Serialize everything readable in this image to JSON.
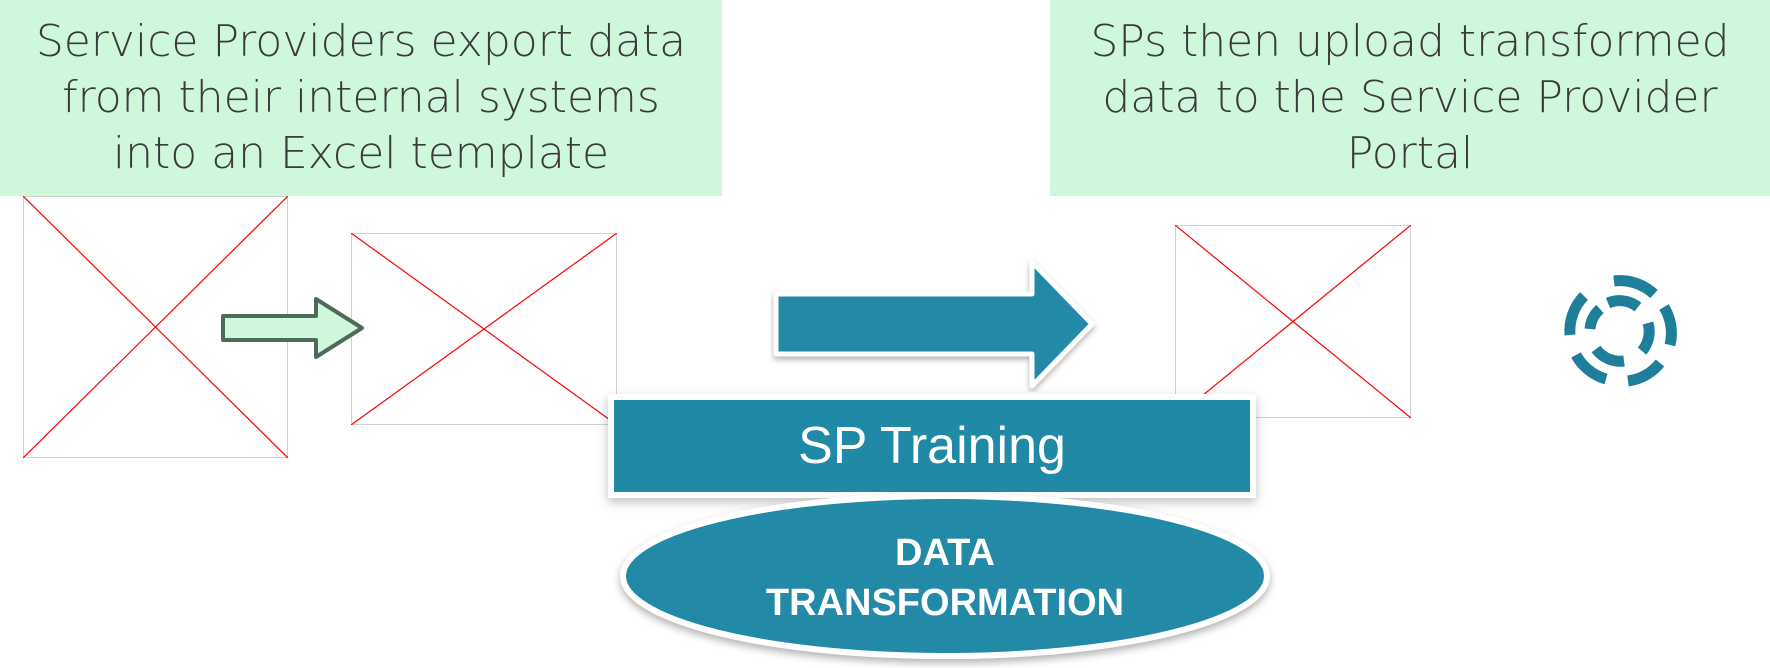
{
  "callouts": {
    "left": [
      "Service Providers export data",
      "from their internal systems",
      "into an Excel template"
    ],
    "right": [
      "SPs then upload transformed",
      "data to the Service Provider",
      "Portal"
    ]
  },
  "banner": {
    "label": "SP Training"
  },
  "ellipse": {
    "lines": [
      "DATA",
      "TRANSFORMATION"
    ]
  },
  "colors": {
    "callout_bg": "#cff7dc",
    "teal": "#2089a6",
    "small_arrow_fill": "#cff7dc",
    "small_arrow_stroke": "#4e6b5a",
    "placeholder_x": "#ff0000",
    "logo": "#1f7f9a"
  },
  "icons": {
    "placeholder": "broken-image-placeholder",
    "logo": "circular-swirl-logo"
  }
}
